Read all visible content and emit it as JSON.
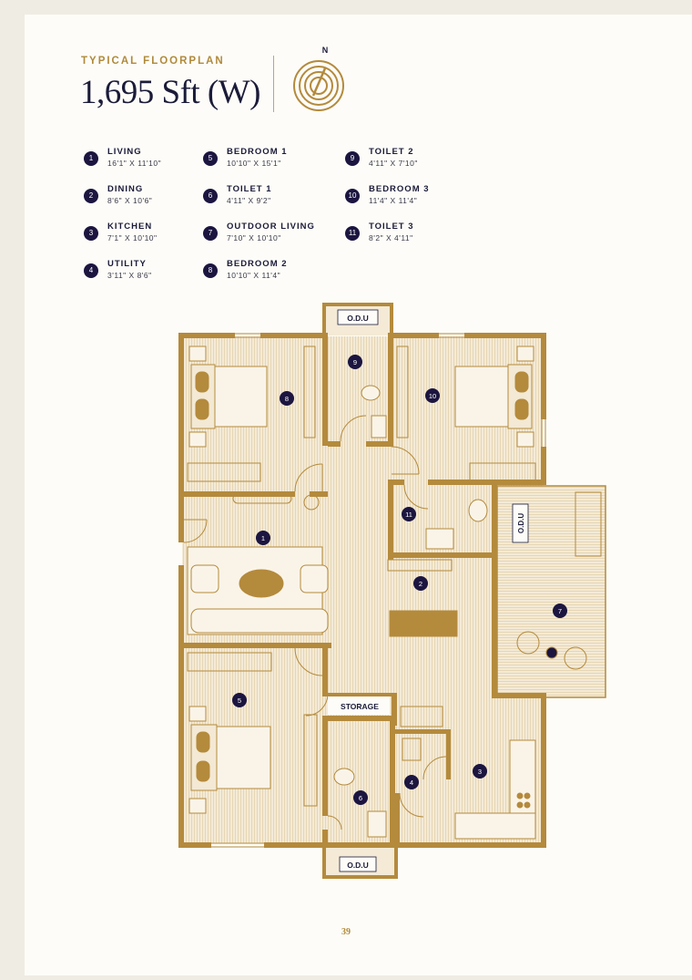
{
  "header": {
    "eyebrow": "TYPICAL FLOORPLAN",
    "title": "1,695 Sft (W)",
    "compass_label": "N"
  },
  "rooms": [
    {
      "num": "1",
      "name": "LIVING",
      "dim": "16'1\" X 11'10\""
    },
    {
      "num": "2",
      "name": "DINING",
      "dim": "8'6\" X 10'6\""
    },
    {
      "num": "3",
      "name": "KITCHEN",
      "dim": "7'1\" X 10'10\""
    },
    {
      "num": "4",
      "name": "UTILITY",
      "dim": "3'11\" X 8'6\""
    },
    {
      "num": "5",
      "name": "BEDROOM 1",
      "dim": "10'10\" X 15'1\""
    },
    {
      "num": "6",
      "name": "TOILET 1",
      "dim": "4'11\" X 9'2\""
    },
    {
      "num": "7",
      "name": "OUTDOOR LIVING",
      "dim": "7'10\" X 10'10\""
    },
    {
      "num": "8",
      "name": "BEDROOM 2",
      "dim": "10'10\" X 11'4\""
    },
    {
      "num": "9",
      "name": "TOILET 2",
      "dim": "4'11\" X 7'10\""
    },
    {
      "num": "10",
      "name": "BEDROOM 3",
      "dim": "11'4\" X 11'4\""
    },
    {
      "num": "11",
      "name": "TOILET 3",
      "dim": "8'2\" X 4'11\""
    }
  ],
  "plan_labels": {
    "odu": "O.D.U",
    "storage": "STORAGE"
  },
  "footer": {
    "page_number": "39"
  },
  "colors": {
    "wall": "#b48a3c",
    "floor": "#f3e9d4",
    "marker": "#1b1540",
    "text_dark": "#1b1b3a",
    "accent": "#b08a3a"
  }
}
